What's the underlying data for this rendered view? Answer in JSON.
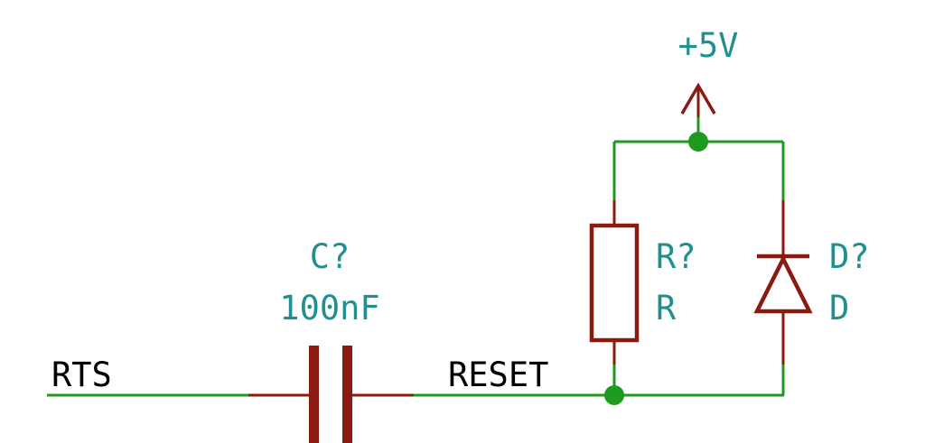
{
  "colors": {
    "wire": "#1e9a1e",
    "component": "#8b1a10",
    "reference_text": "#1f8f8f",
    "net_text": "#000000",
    "background": "#ffffff"
  },
  "nets": {
    "rts": "RTS",
    "reset": "RESET"
  },
  "power": {
    "label": "+5V",
    "icon": "power-arrow-up-icon"
  },
  "capacitor": {
    "reference": "C?",
    "value": "100nF",
    "icon": "capacitor-symbol-icon"
  },
  "resistor": {
    "reference": "R?",
    "value": "R",
    "icon": "resistor-symbol-icon"
  },
  "diode": {
    "reference": "D?",
    "value": "D",
    "icon": "diode-symbol-icon"
  }
}
